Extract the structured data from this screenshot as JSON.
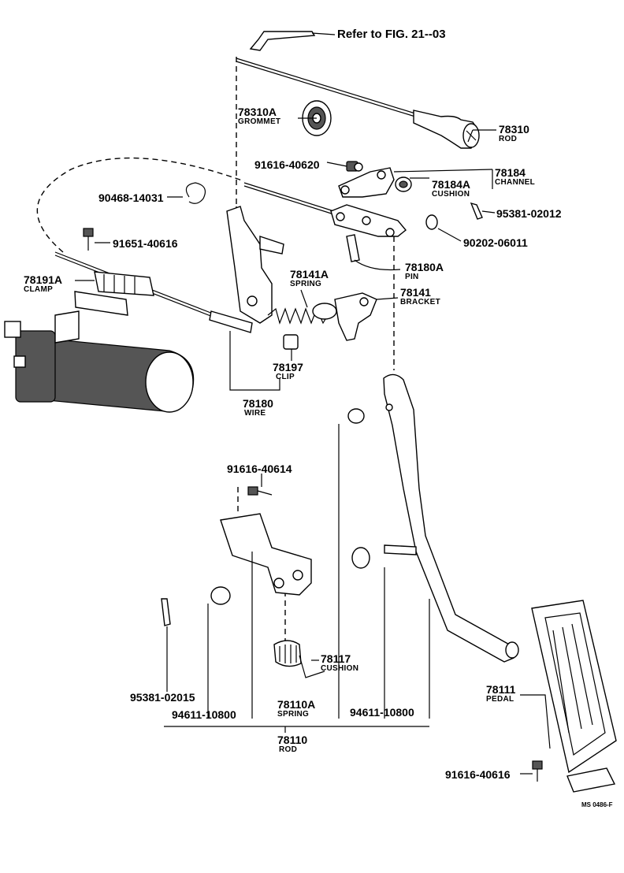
{
  "refer_text": "Refer to FIG. 21--03",
  "figure_code": "MS 0486-F",
  "parts": {
    "p78310A": {
      "number": "78310A",
      "name": "GROMMET"
    },
    "p78310": {
      "number": "78310",
      "name": "ROD"
    },
    "p91616_40620": {
      "number": "91616-40620"
    },
    "p78184": {
      "number": "78184",
      "name": "CHANNEL"
    },
    "p78184A": {
      "number": "78184A",
      "name": "CUSHION"
    },
    "p90468_14031": {
      "number": "90468-14031"
    },
    "p95381_02012": {
      "number": "95381-02012"
    },
    "p91651_40616": {
      "number": "91651-40616"
    },
    "p90202_06011": {
      "number": "90202-06011"
    },
    "p78180A": {
      "number": "78180A",
      "name": "PIN"
    },
    "p78191A": {
      "number": "78191A",
      "name": "CLAMP"
    },
    "p78141A": {
      "number": "78141A",
      "name": "SPRING"
    },
    "p78141": {
      "number": "78141",
      "name": "BRACKET"
    },
    "p78197": {
      "number": "78197",
      "name": "CLIP"
    },
    "p78180": {
      "number": "78180",
      "name": "WIRE"
    },
    "p91616_40614": {
      "number": "91616-40614"
    },
    "p78117": {
      "number": "78117",
      "name": "CUSHION"
    },
    "p78110A": {
      "number": "78110A",
      "name": "SPRING"
    },
    "p95381_02015": {
      "number": "95381-02015"
    },
    "p94611_10800a": {
      "number": "94611-10800"
    },
    "p94611_10800b": {
      "number": "94611-10800"
    },
    "p78110": {
      "number": "78110",
      "name": "ROD"
    },
    "p78111": {
      "number": "78111",
      "name": "PEDAL"
    },
    "p91616_40616": {
      "number": "91616-40616"
    }
  }
}
